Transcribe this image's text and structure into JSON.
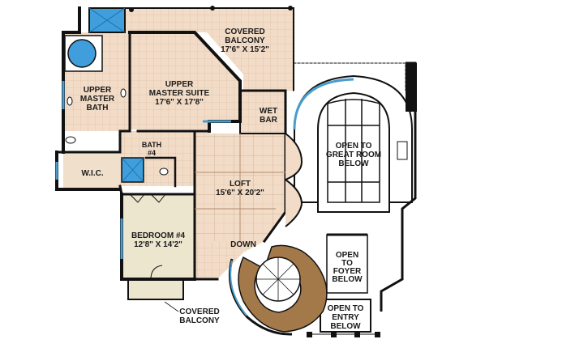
{
  "rooms": {
    "covered_balcony_top": {
      "name": "COVERED",
      "name2": "BALCONY",
      "dims": "17'6\" X 15'2\""
    },
    "upper_master_suite": {
      "name": "UPPER",
      "name2": "MASTER SUITE",
      "dims": "17'6\" X 17'8\""
    },
    "upper_master_bath": {
      "name": "UPPER",
      "name2": "MASTER",
      "name3": "BATH"
    },
    "wet_bar": {
      "name": "WET",
      "name2": "BAR"
    },
    "open_to_great_room": {
      "line1": "OPEN TO",
      "line2": "GREAT ROOM",
      "line3": "BELOW"
    },
    "bath4": {
      "name": "BATH",
      "name2": "#4"
    },
    "wic": {
      "name": "W.I.C."
    },
    "loft": {
      "name": "LOFT",
      "dims": "15'6\" X 20'2\""
    },
    "bedroom4": {
      "name": "BEDROOM #4",
      "dims": "12'8\" X 14'2\""
    },
    "down": {
      "name": "DOWN"
    },
    "open_to_foyer": {
      "line1": "OPEN",
      "line2": "TO",
      "line3": "FOYER",
      "line4": "BELOW"
    },
    "open_to_entry": {
      "line1": "OPEN TO",
      "line2": "ENTRY",
      "line3": "BELOW"
    },
    "covered_balcony_bottom": {
      "name": "COVERED",
      "name2": "BALCONY"
    }
  },
  "colors": {
    "wall": "#111111",
    "floor_tile": "#f2dcc7",
    "floor_bedroom": "#ece6cf",
    "grid_line": "#c9a98f",
    "window": "#4a9ccc",
    "stair": "#a4794a",
    "pool": "#3f9edb"
  }
}
